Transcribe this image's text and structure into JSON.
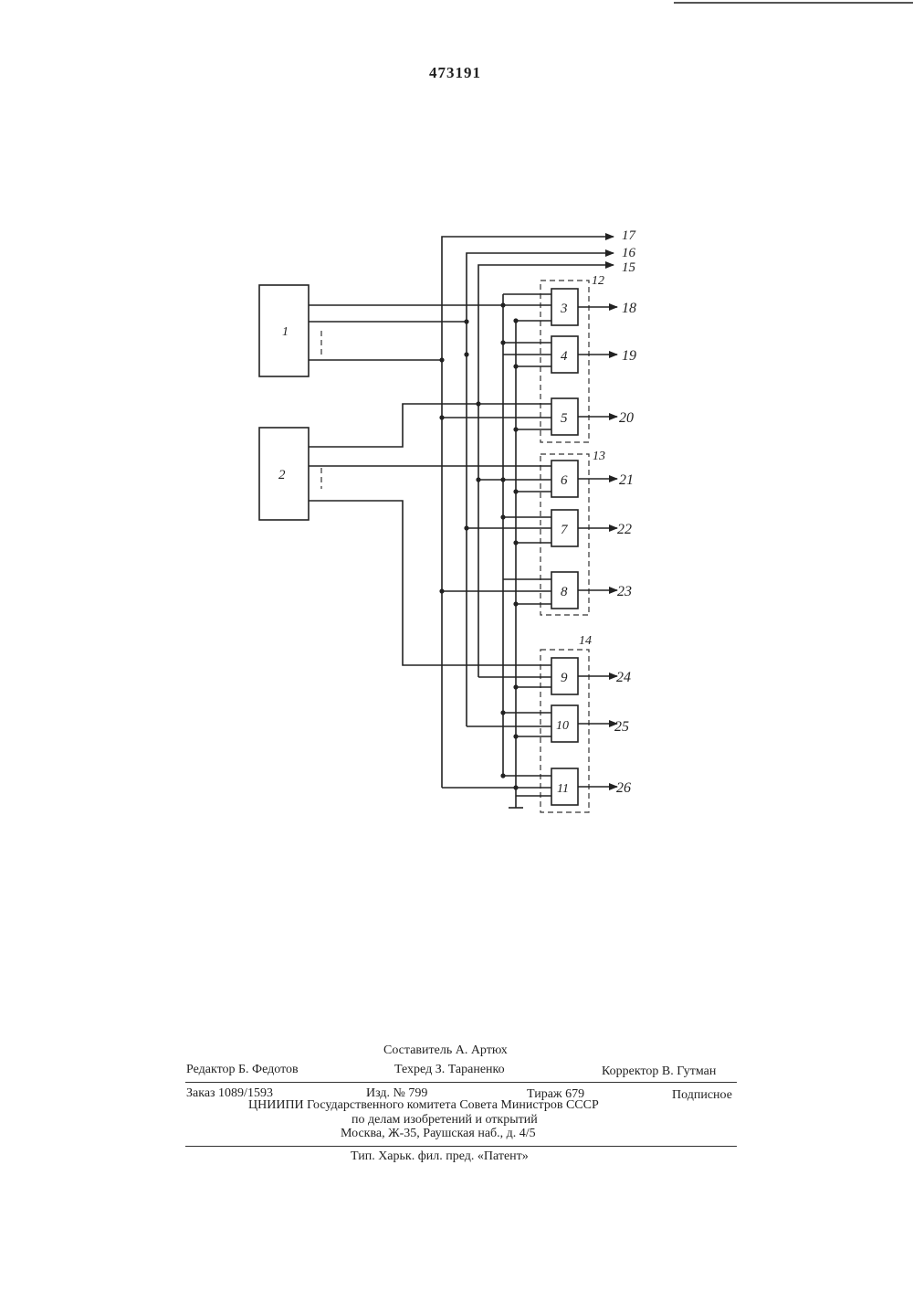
{
  "header": {
    "patent_number": "473191"
  },
  "diagram": {
    "blocks": [
      "1",
      "2",
      "3",
      "4",
      "5",
      "6",
      "7",
      "8",
      "9",
      "10",
      "11"
    ],
    "groups": [
      "12",
      "13",
      "14"
    ],
    "bus_lines": [
      "17",
      "16",
      "15"
    ],
    "outputs": [
      "18",
      "19",
      "20",
      "21",
      "22",
      "23",
      "24",
      "25",
      "26"
    ]
  },
  "footer": {
    "compiler": "Составитель А. Артюх",
    "editor": "Редактор Б. Федотов",
    "techred": "Техред З. Тараненко",
    "corrector": "Корректор В. Гутман",
    "order": "Заказ 1089/1593",
    "edition": "Изд. № 799",
    "circulation": "Тираж 679",
    "subscription": "Подписное",
    "org_line1": "ЦНИИПИ Государственного комитета Совета Министров СССР",
    "org_line2": "по делам изобретений и открытий",
    "address": "Москва, Ж-35, Раушская наб., д. 4/5",
    "printer": "Тип. Харьк. фил. пред. «Патент»"
  }
}
